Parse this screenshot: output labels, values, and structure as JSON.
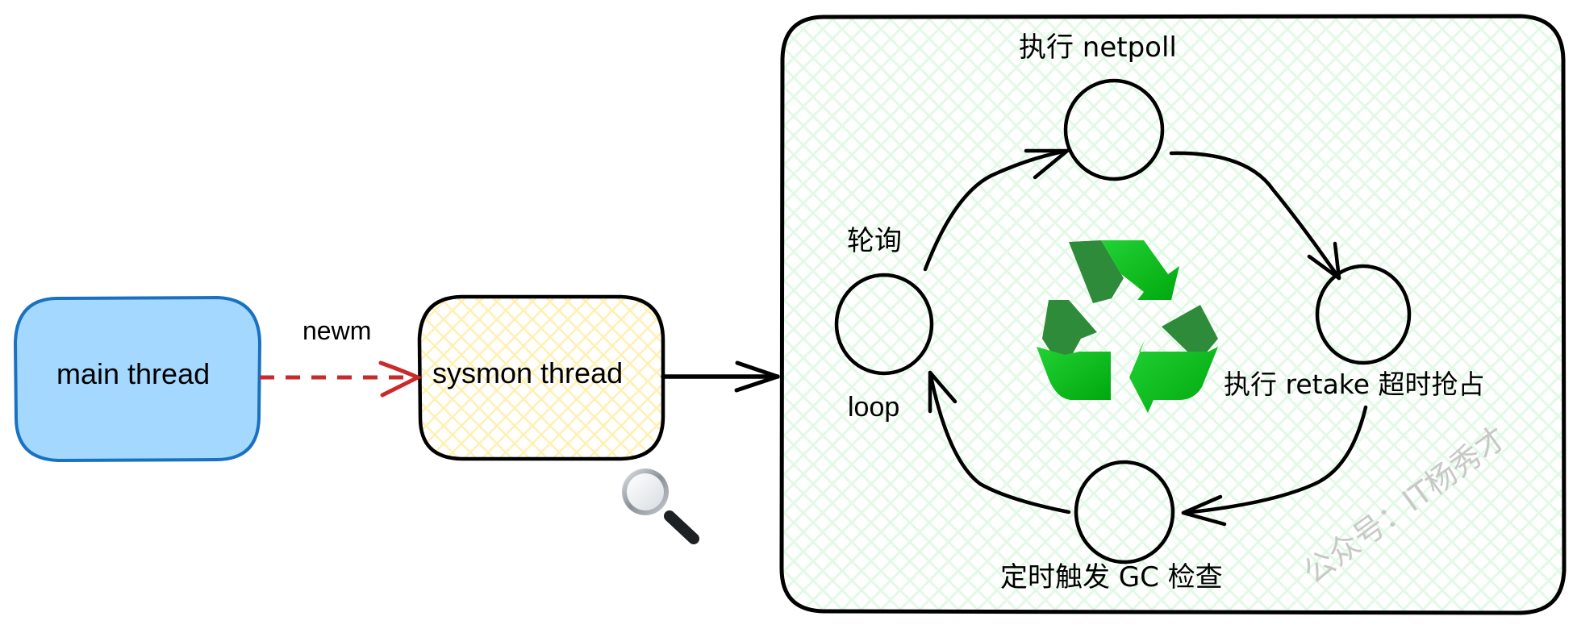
{
  "nodes": {
    "main_thread": {
      "label": "main thread",
      "fill": "#a5d8ff",
      "stroke": "#1971c2"
    },
    "sysmon_thread": {
      "label": "sysmon thread",
      "fill": "#fff9db",
      "hatch": "#fff0b3",
      "stroke": "#000000"
    }
  },
  "edges": {
    "spawn": {
      "label": "newm",
      "color": "#c92a2a",
      "style": "dashed"
    }
  },
  "loop_panel": {
    "fill_hatch": "#e3f9e7",
    "stroke": "#000000",
    "states": [
      {
        "id": "poll",
        "top_label": "轮询",
        "bottom_label": "loop"
      },
      {
        "id": "netpoll",
        "label": "执行 netpoll"
      },
      {
        "id": "retake",
        "label": "执行 retake 超时抢占"
      },
      {
        "id": "gc",
        "label": "定时触发 GC 检查"
      }
    ],
    "center_icon": "recycle-icon",
    "icon_colors": {
      "light": "#00c213",
      "dark": "#2e8b3a"
    }
  },
  "decorations": {
    "inspect_icon": "magnifying-glass-icon"
  },
  "watermark": {
    "text": "公众号：IT杨秀才",
    "color": "#c8c8c8"
  }
}
